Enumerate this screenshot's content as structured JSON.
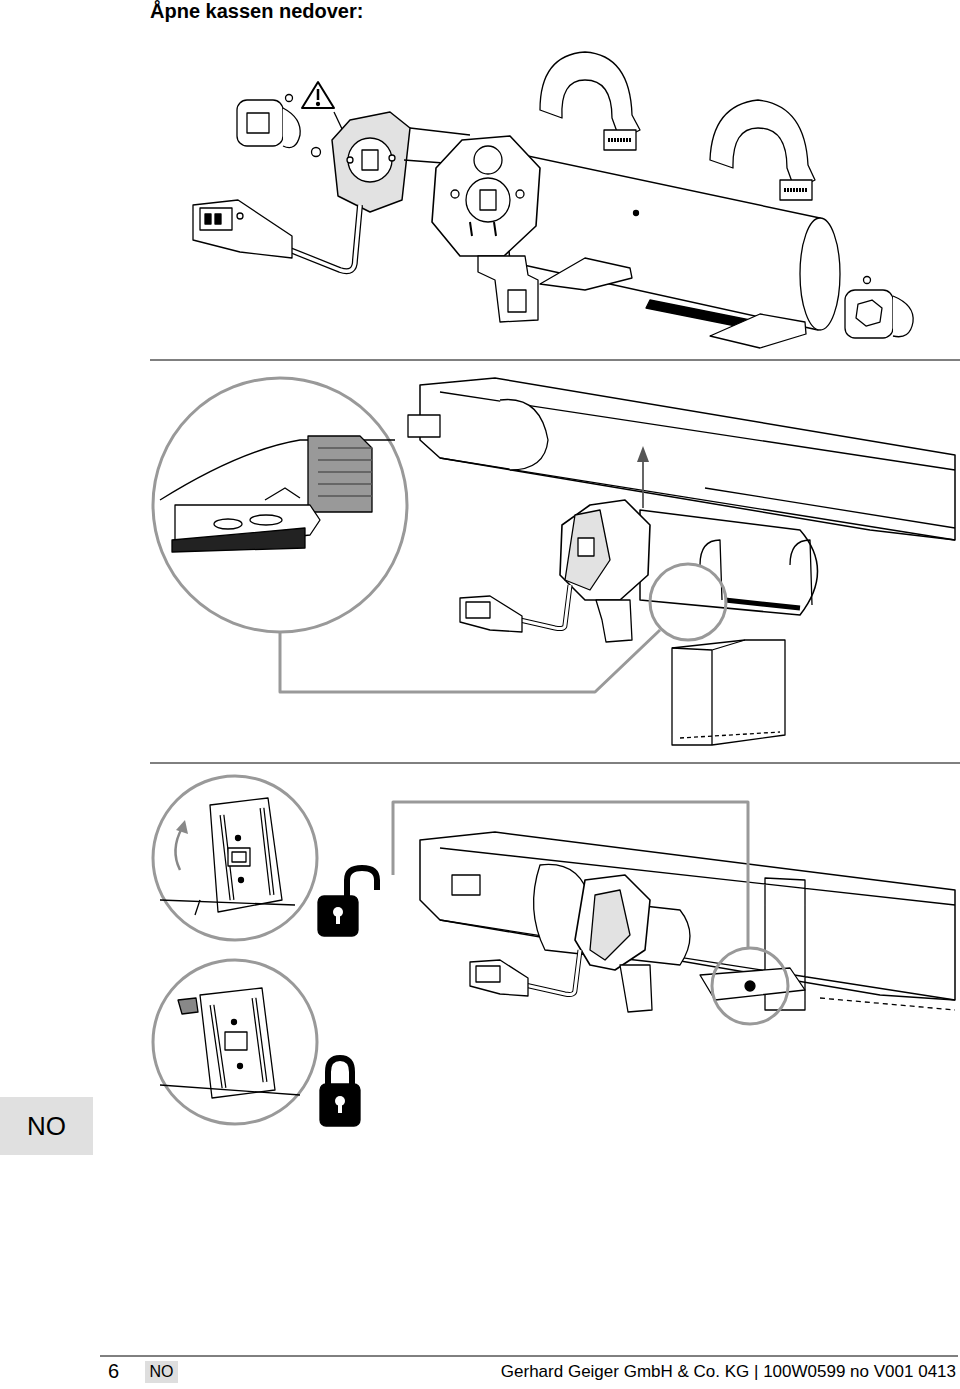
{
  "diagram": {
    "title": "Åpne kassen nedover:",
    "nodes": [
      {
        "text": [
          "NO"
        ]
      },
      {
        "text": [
          "NO"
        ]
      }
    ],
    "labels": [
      "6",
      "Gerhard Geiger GmbH & Co. KG | 100W0599 no V001 0413"
    ]
  }
}
